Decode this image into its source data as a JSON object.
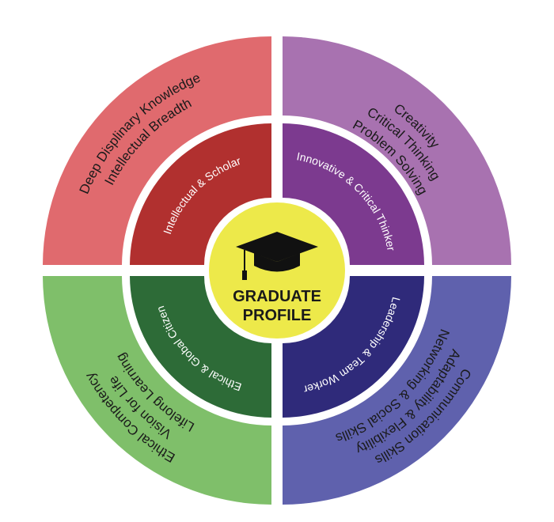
{
  "center": {
    "line1": "GRADUATE",
    "line2": "PROFILE",
    "icon": "graduation-cap-icon",
    "color": "#ede94a"
  },
  "quadrants": [
    {
      "id": "top-left",
      "outer_color": "#e06a6e",
      "inner_color": "#b1302f",
      "inner_label": "Intellectual & Scholar",
      "outer_lines": [
        "Deep Displinary Knowledge",
        "Intellectual Breadth"
      ]
    },
    {
      "id": "top-right",
      "outer_color": "#a872b0",
      "inner_color": "#7c3a8f",
      "inner_label": "Innovative & Critical Thinker",
      "outer_lines": [
        "Creativity",
        "Critical Thinking",
        "Problem Solving"
      ]
    },
    {
      "id": "bottom-right",
      "outer_color": "#5f61ad",
      "inner_color": "#2f2a7a",
      "inner_label": "Leadership & Team Worker",
      "outer_lines": [
        "Communication Skills",
        "Adaptability & Flexibility",
        "Networking & Social Skills"
      ]
    },
    {
      "id": "bottom-left",
      "outer_color": "#7fbf6a",
      "inner_color": "#2d6b37",
      "inner_label": "Ethical & Global Citizen",
      "outer_lines": [
        "Ethical Competency",
        "Vision for Life",
        "Lifelong Learning"
      ]
    }
  ]
}
